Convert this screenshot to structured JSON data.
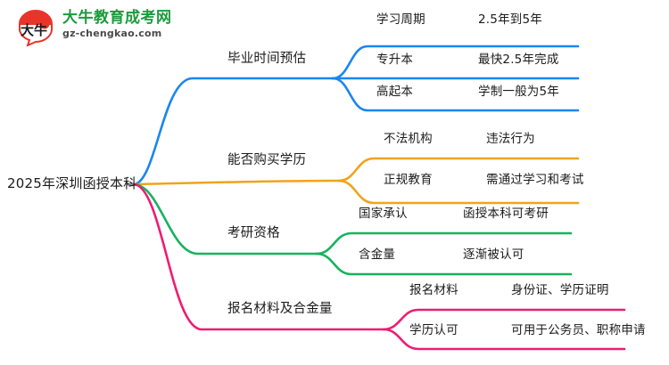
{
  "logo": {
    "mark_text": "大牛",
    "title": "大牛教育成考网",
    "domain": "gz-chengkao.com",
    "brand_green": "#1a9b3c",
    "brand_red": "#e8342a"
  },
  "mindmap": {
    "root": {
      "label": "2025年深圳函授本科"
    },
    "branches": [
      {
        "label": "毕业时间预估",
        "color": "#1a86ee",
        "leaves": [
          {
            "key": "学习周期",
            "value": "2.5年到5年"
          },
          {
            "key": "专升本",
            "value": "最快2.5年完成"
          },
          {
            "key": "高起本",
            "value": "学制一般为5年"
          }
        ]
      },
      {
        "label": "能否购买学历",
        "color": "#f0a31c",
        "leaves": [
          {
            "key": "不法机构",
            "value": "违法行为"
          },
          {
            "key": "正规教育",
            "value": "需通过学习和考试"
          }
        ]
      },
      {
        "label": "考研资格",
        "color": "#16b35e",
        "leaves": [
          {
            "key": "国家承认",
            "value": "函授本科可考研"
          },
          {
            "key": "含金量",
            "value": "逐渐被认可"
          }
        ]
      },
      {
        "label": "报名材料及合金量",
        "color": "#ee1c72",
        "leaves": [
          {
            "key": "报名材料",
            "value": "身份证、学历证明"
          },
          {
            "key": "学历认可",
            "value": "可用于公务员、职称申请"
          }
        ]
      }
    ]
  }
}
